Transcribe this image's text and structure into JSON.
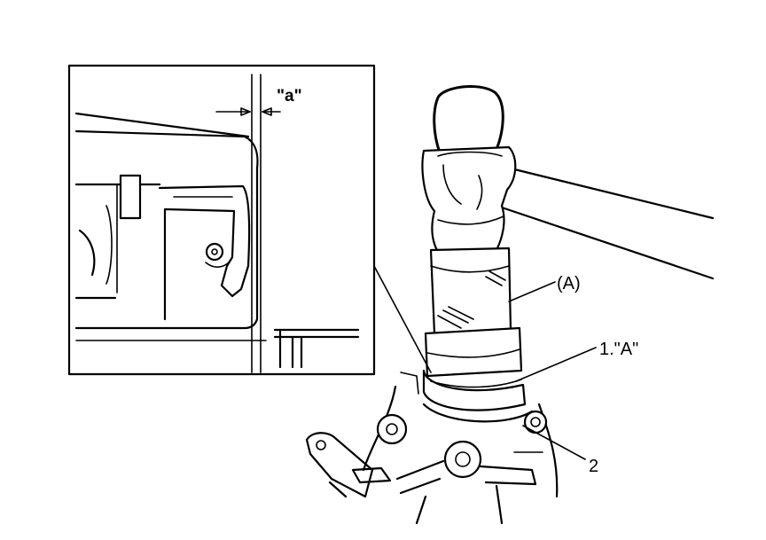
{
  "labels": {
    "inset_dimension": "\"a\"",
    "callout_tool": "(A)",
    "callout_1": "1.\"A\"",
    "callout_2": "2"
  }
}
